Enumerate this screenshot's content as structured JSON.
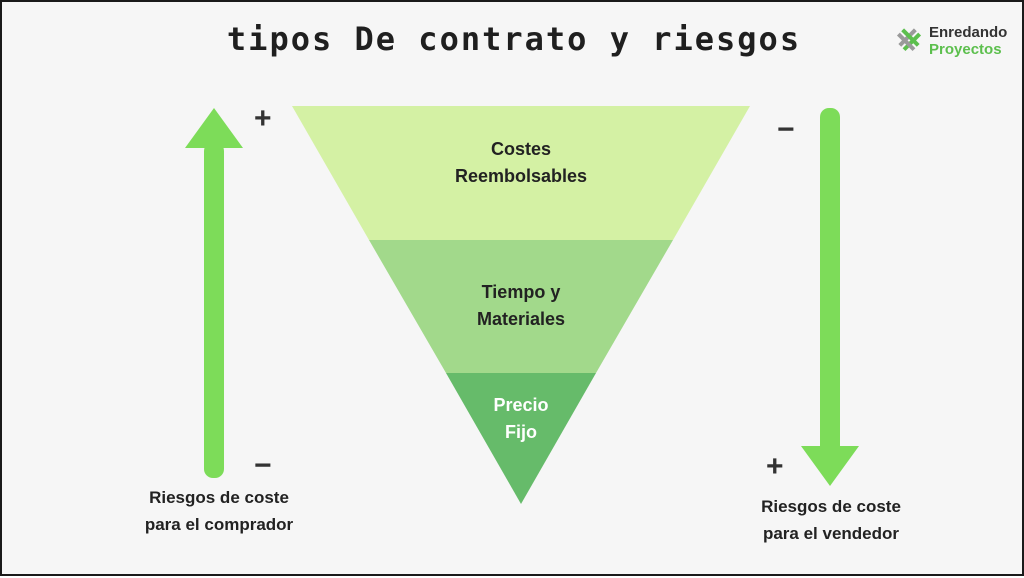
{
  "title": "tipos De contrato y riesgos",
  "logo": {
    "line1": "Enredando",
    "line2": "Proyectos",
    "icon": "puzzle-icon",
    "colors": {
      "gray": "#9a9a9a",
      "green": "#5cbf4d"
    }
  },
  "pyramid": {
    "levels": [
      {
        "label": "Costes\nReembolsables",
        "color": "#d4f1a4"
      },
      {
        "label": "Tiempo y\nMateriales",
        "color": "#a2d98b"
      },
      {
        "label": "Precio\nFijo",
        "color": "#66bb6a"
      }
    ]
  },
  "buyer": {
    "caption": "Riesgos de coste\npara el comprador",
    "top_sign": "+",
    "bottom_sign": "−",
    "arrow_direction": "up",
    "arrow_color": "#7ddc59"
  },
  "seller": {
    "caption": "Riesgos de coste\npara el vendedor",
    "top_sign": "−",
    "bottom_sign": "+",
    "arrow_direction": "down",
    "arrow_color": "#7ddc59"
  }
}
